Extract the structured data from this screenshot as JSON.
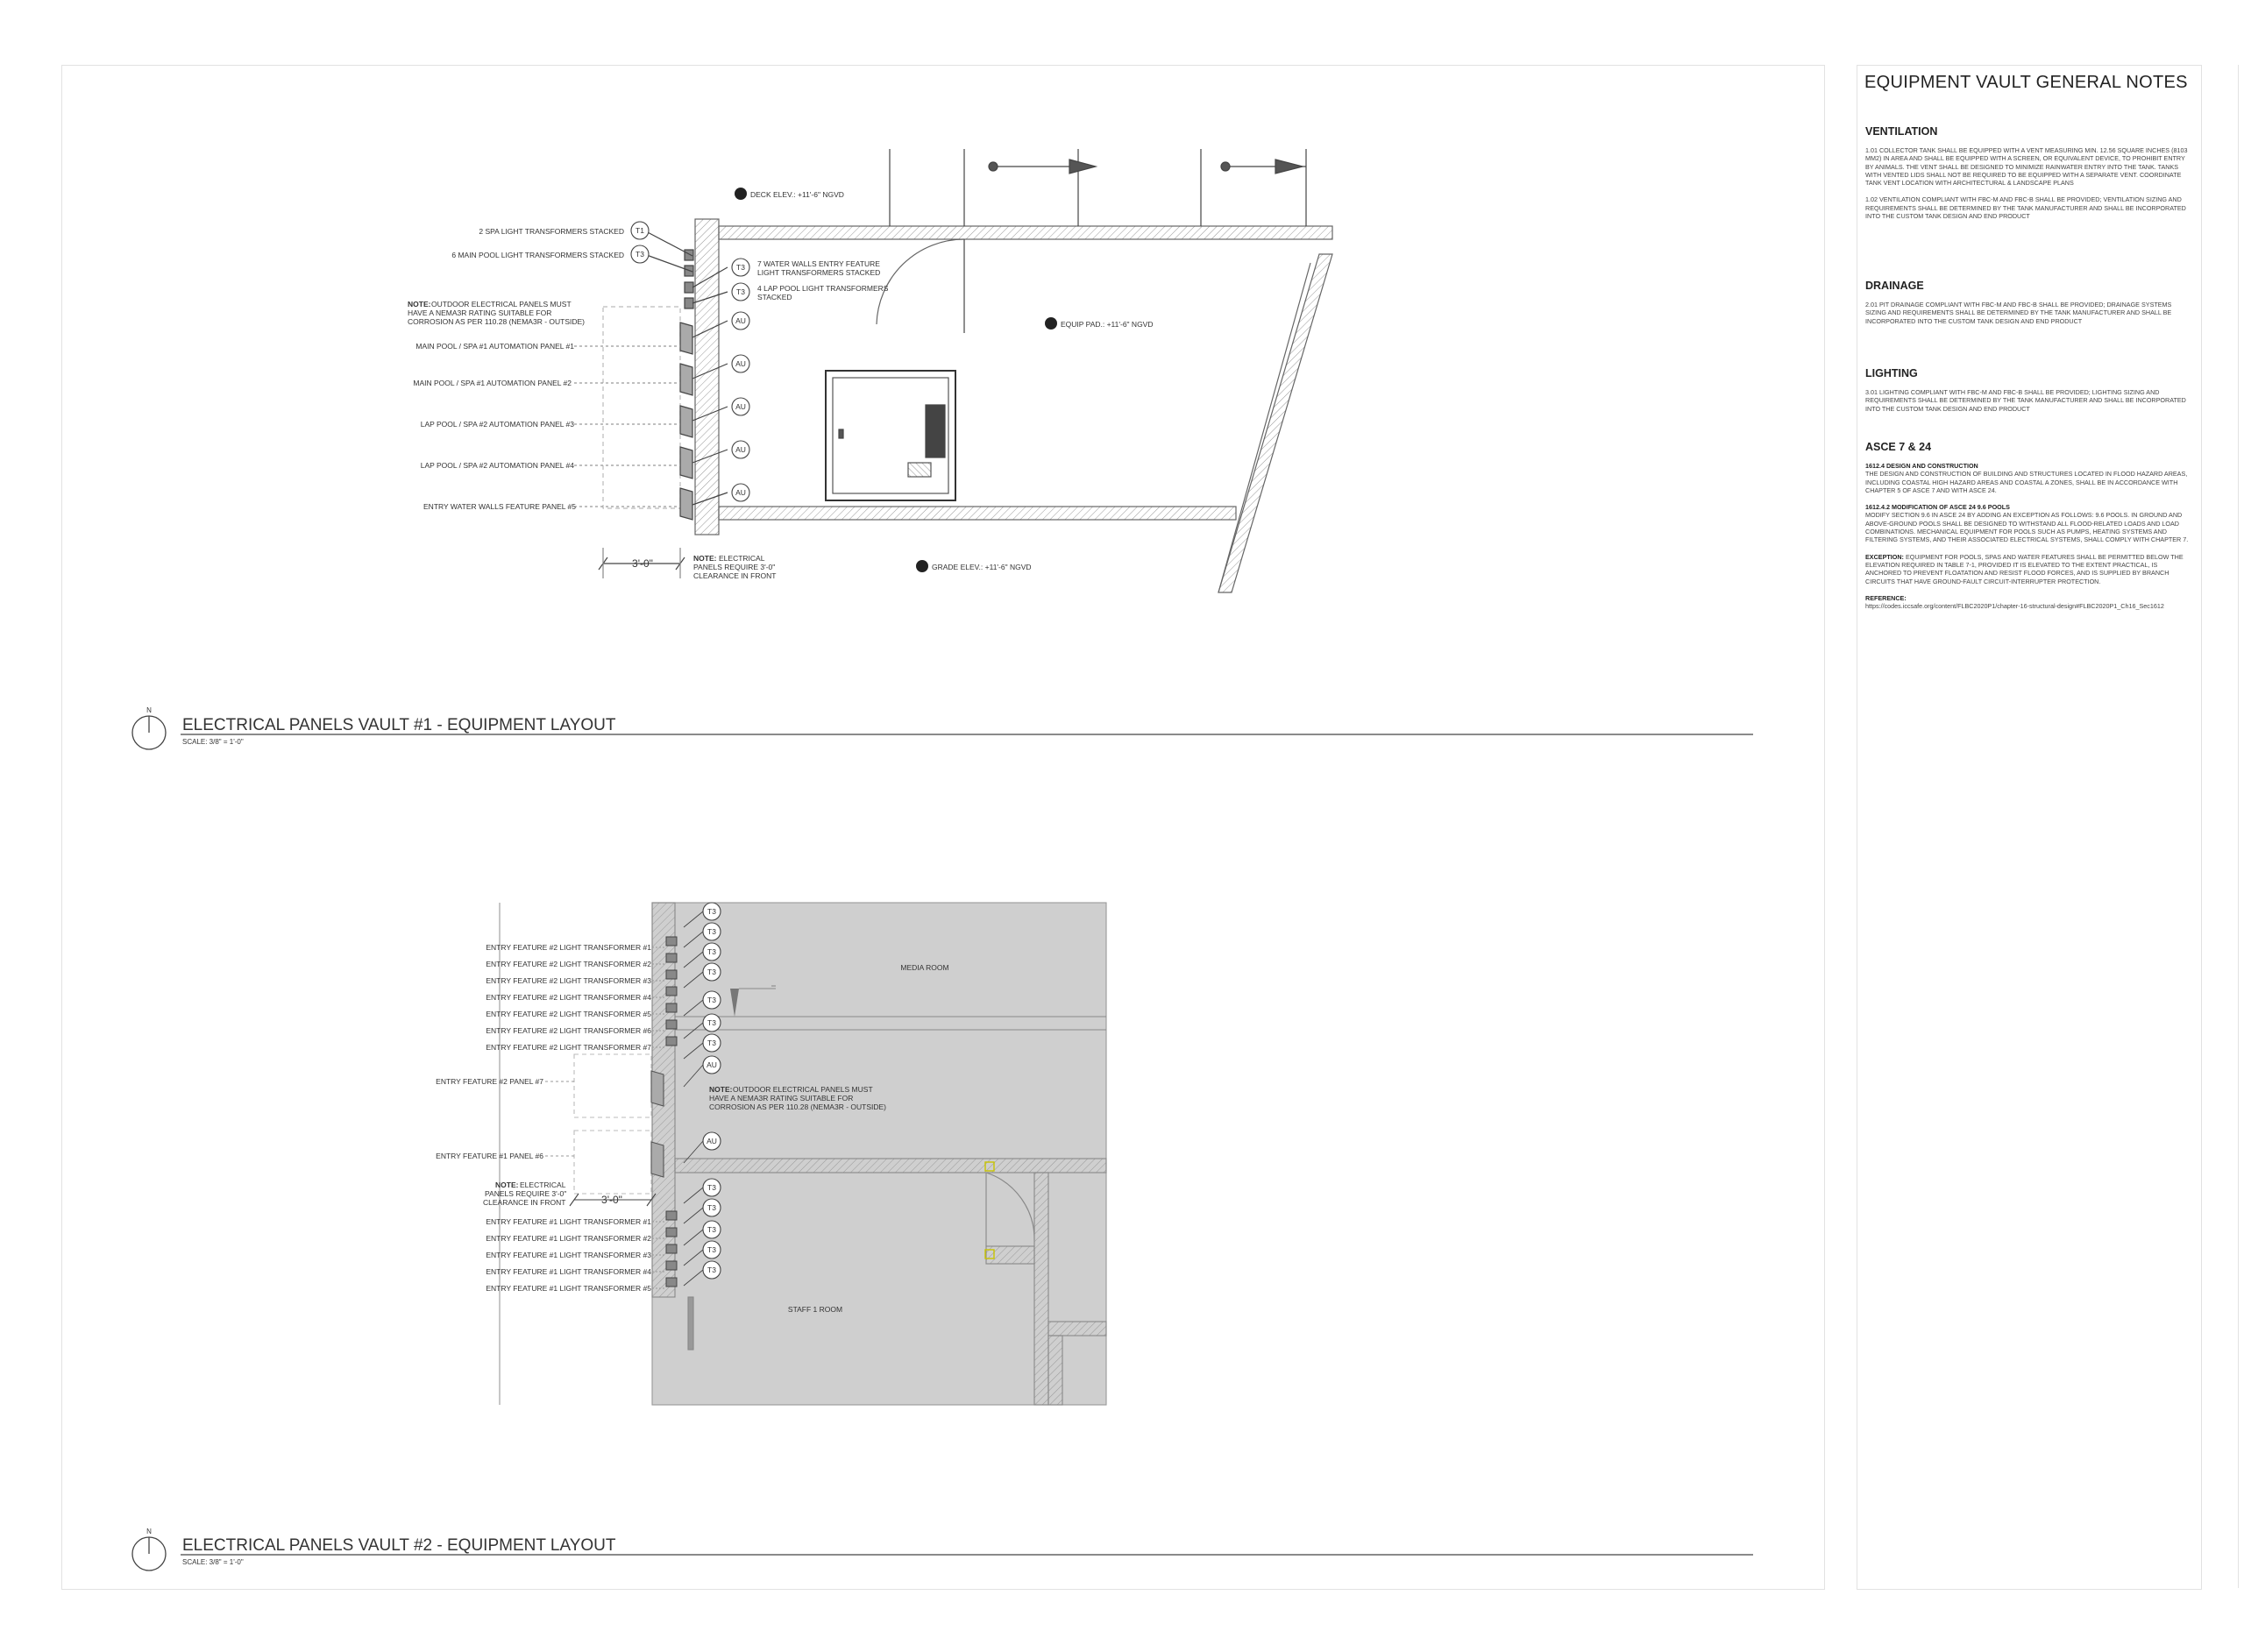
{
  "notes": {
    "title": "EQUIPMENT VAULT GENERAL NOTES",
    "ventilation": {
      "heading": "VENTILATION",
      "p1": "1.01 COLLECTOR TANK SHALL BE EQUIPPED WITH A VENT MEASURING MIN. 12.56 SQUARE INCHES (8103 MM2) IN AREA AND SHALL BE EQUIPPED WITH A SCREEN, OR EQUIVALENT DEVICE, TO PROHIBIT ENTRY BY ANIMALS. THE VENT SHALL BE DESIGNED TO MINIMIZE RAINWATER ENTRY INTO THE TANK. TANKS WITH VENTED LIDS SHALL NOT BE REQUIRED TO BE EQUIPPED WITH A SEPARATE VENT. COORDINATE TANK VENT LOCATION WITH ARCHITECTURAL & LANDSCAPE PLANS",
      "p2": "1.02 VENTILATION COMPLIANT WITH FBC-M AND FBC-B SHALL BE PROVIDED; VENTILATION SIZING AND REQUIREMENTS SHALL BE DETERMINED BY THE TANK MANUFACTURER AND SHALL BE INCORPORATED INTO THE CUSTOM TANK DESIGN AND END PRODUCT"
    },
    "drainage": {
      "heading": "DRAINAGE",
      "p1": "2.01 PIT DRAINAGE COMPLIANT WITH FBC-M AND FBC-B SHALL BE PROVIDED; DRAINAGE SYSTEMS SIZING AND REQUIREMENTS SHALL BE DETERMINED BY THE TANK MANUFACTURER AND SHALL BE INCORPORATED INTO THE CUSTOM TANK DESIGN AND END PRODUCT"
    },
    "lighting": {
      "heading": "LIGHTING",
      "p1": "3.01 LIGHTING COMPLIANT WITH FBC-M AND FBC-B SHALL BE PROVIDED; LIGHTING SIZING AND REQUIREMENTS SHALL BE DETERMINED BY THE TANK MANUFACTURER AND SHALL BE INCORPORATED INTO THE CUSTOM TANK DESIGN AND END PRODUCT"
    },
    "asce": {
      "heading": "ASCE 7 & 24",
      "s1_title": "1612.4 DESIGN AND CONSTRUCTION",
      "s1_body": "THE DESIGN AND CONSTRUCTION OF BUILDING AND STRUCTURES LOCATED IN FLOOD HAZARD AREAS, INCLUDING COASTAL HIGH HAZARD AREAS AND COASTAL A ZONES, SHALL BE IN ACCORDANCE WITH CHAPTER 5 OF ASCE 7 AND WITH ASCE 24.",
      "s2_title": "1612.4.2 MODIFICATION OF ASCE 24 9.6 POOLS",
      "s2_body": "MODIFY SECTION 9.6 IN ASCE 24 BY ADDING AN EXCEPTION AS FOLLOWS: 9.6 POOLS. IN GROUND AND ABOVE-GROUND POOLS SHALL BE DESIGNED TO WITHSTAND ALL FLOOD-RELATED LOADS AND LOAD COMBINATIONS. MECHANICAL EQUIPMENT FOR POOLS SUCH AS PUMPS, HEATING SYSTEMS AND FILTERING SYSTEMS, AND THEIR ASSOCIATED ELECTRICAL SYSTEMS, SHALL COMPLY WITH CHAPTER 7.",
      "exception_label": "EXCEPTION:",
      "exception_body": "EQUIPMENT FOR POOLS, SPAS AND WATER FEATURES SHALL BE PERMITTED BELOW THE ELEVATION REQUIRED IN TABLE 7-1, PROVIDED IT IS ELEVATED TO THE EXTENT PRACTICAL, IS ANCHORED TO PREVENT FLOATATION AND RESIST FLOOD FORCES, AND IS SUPPLIED BY BRANCH CIRCUITS THAT HAVE GROUND-FAULT CIRCUIT-INTERRUPTER PROTECTION.",
      "reference_label": "REFERENCE:",
      "reference_url": "https://codes.iccsafe.org/content/FLBC2020P1/chapter-16-structural-design#FLBC2020P1_Ch16_Sec1612"
    }
  },
  "vault1": {
    "title": "ELECTRICAL PANELS VAULT #1 - EQUIPMENT LAYOUT",
    "scale": "SCALE: 3/8\" = 1'-0\"",
    "north": "N",
    "deck_elev": "DECK ELEV.: +11'-6\" NGVD",
    "equip_pad": "EQUIP PAD.: +11'-6\" NGVD",
    "grade_elev": "GRADE ELEV.: +11'-6\" NGVD",
    "lbl_t1": "2 SPA LIGHT TRANSFORMERS STACKED",
    "lbl_t3": "6 MAIN POOL LIGHT TRANSFORMERS STACKED",
    "lbl_water_walls_1": "7 WATER WALLS ENTRY FEATURE",
    "lbl_water_walls_2": "LIGHT TRANSFORMERS STACKED",
    "lbl_lap_1": "4 LAP POOL LIGHT TRANSFORMERS",
    "lbl_lap_2": "STACKED",
    "note_label": "NOTE:",
    "note_1": "OUTDOOR ELECTRICAL PANELS MUST",
    "note_2": "HAVE A NEMA3R RATING SUITABLE FOR",
    "note_3": "CORROSION AS PER 110.28 (NEMA3R - OUTSIDE)",
    "panels": [
      "MAIN POOL / SPA #1 AUTOMATION PANEL #1",
      "MAIN POOL / SPA #1 AUTOMATION PANEL #2",
      "LAP POOL / SPA #2 AUTOMATION PANEL #3",
      "LAP POOL / SPA #2 AUTOMATION PANEL #4",
      "ENTRY WATER WALLS FEATURE PANEL #5"
    ],
    "dim": "3'-0\"",
    "clear_label": "NOTE:",
    "clear_1": "ELECTRICAL",
    "clear_2": "PANELS REQUIRE 3'-0\"",
    "clear_3": "CLEARANCE IN FRONT",
    "tag_t1": "T1",
    "tag_t3": "T3",
    "tag_au": "AU"
  },
  "vault2": {
    "title": "ELECTRICAL PANELS VAULT #2 - EQUIPMENT LAYOUT",
    "scale": "SCALE: 3/8\" = 1'-0\"",
    "north": "N",
    "media_room": "MEDIA ROOM",
    "staff_room": "STAFF 1 ROOM",
    "f2_transformers": [
      "ENTRY FEATURE #2 LIGHT TRANSFORMER #1",
      "ENTRY FEATURE #2 LIGHT TRANSFORMER #2",
      "ENTRY FEATURE #2 LIGHT TRANSFORMER #3",
      "ENTRY FEATURE #2 LIGHT TRANSFORMER #4",
      "ENTRY FEATURE #2 LIGHT TRANSFORMER #5",
      "ENTRY FEATURE #2 LIGHT TRANSFORMER #6",
      "ENTRY FEATURE #2 LIGHT TRANSFORMER #7"
    ],
    "panel7": "ENTRY FEATURE #2 PANEL #7",
    "panel6": "ENTRY FEATURE #1 PANEL #6",
    "f1_transformers": [
      "ENTRY FEATURE #1 LIGHT TRANSFORMER #1",
      "ENTRY FEATURE #1 LIGHT TRANSFORMER #2",
      "ENTRY FEATURE #1 LIGHT TRANSFORMER #3",
      "ENTRY FEATURE #1 LIGHT TRANSFORMER #4",
      "ENTRY FEATURE #1 LIGHT TRANSFORMER #5"
    ],
    "note_label": "NOTE:",
    "note_1": "OUTDOOR ELECTRICAL PANELS MUST",
    "note_2": "HAVE A NEMA3R RATING SUITABLE FOR",
    "note_3": "CORROSION AS PER 110.28 (NEMA3R - OUTSIDE)",
    "clear_label": "NOTE:",
    "clear_1": "ELECTRICAL",
    "clear_2": "PANELS REQUIRE 3'-0\"",
    "clear_3": "CLEARANCE IN FRONT",
    "dim": "3'-0\"",
    "tag_t3": "T3",
    "tag_au": "AU"
  }
}
